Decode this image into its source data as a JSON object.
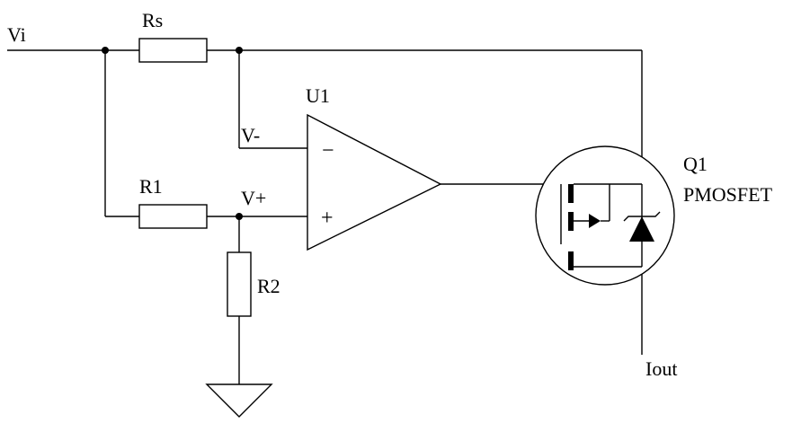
{
  "labels": {
    "vi": "Vi",
    "rs": "Rs",
    "r1": "R1",
    "r2": "R2",
    "u1": "U1",
    "v_minus": "V-",
    "v_plus": "V+",
    "opamp_minus": "−",
    "opamp_plus": "+",
    "q1": "Q1",
    "pmosfet": "PMOSFET",
    "iout": "Iout"
  }
}
